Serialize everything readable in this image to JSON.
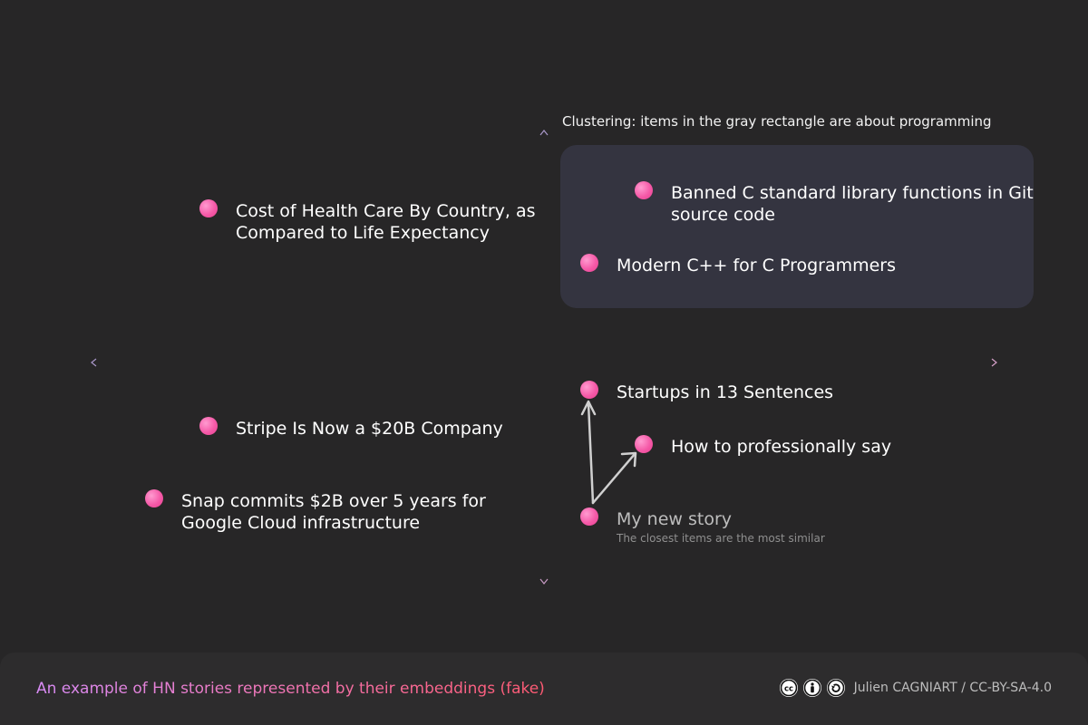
{
  "cluster": {
    "caption": "Clustering: items in the gray rectangle are about programming"
  },
  "stories": {
    "health": "Cost of Health Care By Country, as\nCompared to Life Expectancy",
    "banned_c": "Banned C standard library functions in Git\nsource code",
    "modern_cpp": "Modern C++ for C Programmers",
    "startups": "Startups in 13 Sentences",
    "professionally": "How to professionally say",
    "stripe": "Stripe Is Now a $20B Company",
    "snap": "Snap commits $2B over 5 years for\nGoogle Cloud infrastructure",
    "new_story": "My new story",
    "new_story_note": "The closest items are the most similar"
  },
  "footer": {
    "title": "An example of HN stories represented by their embeddings (fake)",
    "license": "Julien CAGNIART / CC-BY-SA-4.0"
  },
  "colors": {
    "background": "#272627",
    "cluster": "#343440",
    "dot": "#f55aa8",
    "footer_gradient": [
      "#d98cf6",
      "#ff5a72"
    ]
  },
  "icons": [
    "cc-icon",
    "by-icon",
    "sa-icon"
  ]
}
